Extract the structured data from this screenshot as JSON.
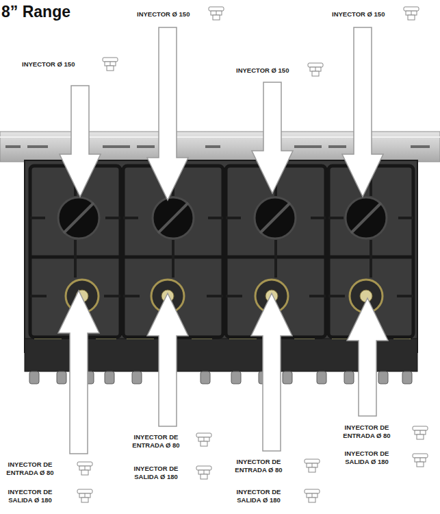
{
  "diagram": {
    "title": "8” Range",
    "labels": [
      "INYECTOR Ø 150",
      "INYECTOR Ø 150",
      "INYECTOR Ø 150",
      "INYECTOR Ø 150",
      "INYECTOR DE ENTRADA Ø 80",
      "INYECTOR DE SALIDA Ø 180",
      "INYECTOR DE ENTRADA Ø 80",
      "INYECTOR DE SALIDA Ø 180",
      "INYECTOR DE ENTRADA Ø 80",
      "INYECTOR DE SALIDA Ø 180",
      "INYECTOR DE ENTRADA Ø 80",
      "INYECTOR DE SALIDA Ø 180"
    ]
  }
}
